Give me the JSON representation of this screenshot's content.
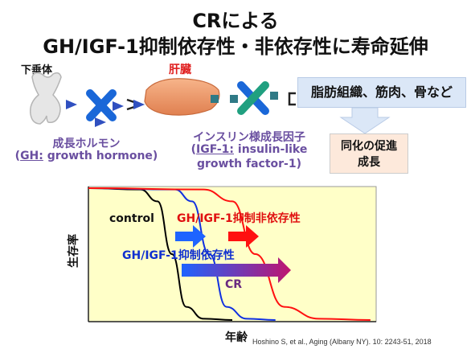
{
  "title": {
    "line1": "CRによる",
    "line2": "GH/IGF-1抑制依存性・非依存性に寿命延伸"
  },
  "pathway": {
    "pituitary_label": "下垂体",
    "liver_label": "肝臓",
    "gh_name": "成長ホルモン",
    "gh_paren_open": "(",
    "gh_abbr": "GH:",
    "gh_full": " growth hormone)",
    "igf_name": "インスリン様成長因子",
    "igf_paren_open": "(",
    "igf_abbr": "IGF-1:",
    "igf_full_1": " insulin-like",
    "igf_full_2": "growth factor-1)",
    "target_tissues": "脂肪組織、筋肉、骨など",
    "effect_line1": "同化の促進",
    "effect_line2": "成長"
  },
  "chart_data": {
    "type": "line",
    "xlabel": "年齢",
    "ylabel": "生存率",
    "series": [
      {
        "name": "control",
        "color": "#000000",
        "values": [
          [
            0,
            1
          ],
          [
            0.18,
            0.99
          ],
          [
            0.24,
            0.9
          ],
          [
            0.29,
            0.5
          ],
          [
            0.34,
            0.1
          ],
          [
            0.4,
            0.01
          ],
          [
            0.5,
            0
          ]
        ]
      },
      {
        "name": "GH/IGF-1抑制依存性",
        "color": "#1030e0",
        "values": [
          [
            0,
            1
          ],
          [
            0.3,
            0.99
          ],
          [
            0.36,
            0.9
          ],
          [
            0.42,
            0.5
          ],
          [
            0.48,
            0.1
          ],
          [
            0.55,
            0.01
          ],
          [
            0.65,
            0
          ]
        ]
      },
      {
        "name": "GH/IGF-1抑制非依存性",
        "color": "#ff1010",
        "values": [
          [
            0,
            1
          ],
          [
            0.4,
            0.99
          ],
          [
            0.5,
            0.9
          ],
          [
            0.58,
            0.5
          ],
          [
            0.68,
            0.1
          ],
          [
            0.8,
            0.01
          ],
          [
            0.98,
            0
          ]
        ]
      }
    ],
    "annotations": [
      "control",
      "GH/IGF-1抑制非依存性",
      "GH/IGF-1抑制依存性",
      "CR"
    ],
    "colors": {
      "background": "#ffffc8",
      "grad_from": "#1e64ff",
      "grad_to": "#c0146e"
    }
  },
  "citation": "Hoshino S, et al., Aging (Albany NY). 10: 2243-51, 2018"
}
